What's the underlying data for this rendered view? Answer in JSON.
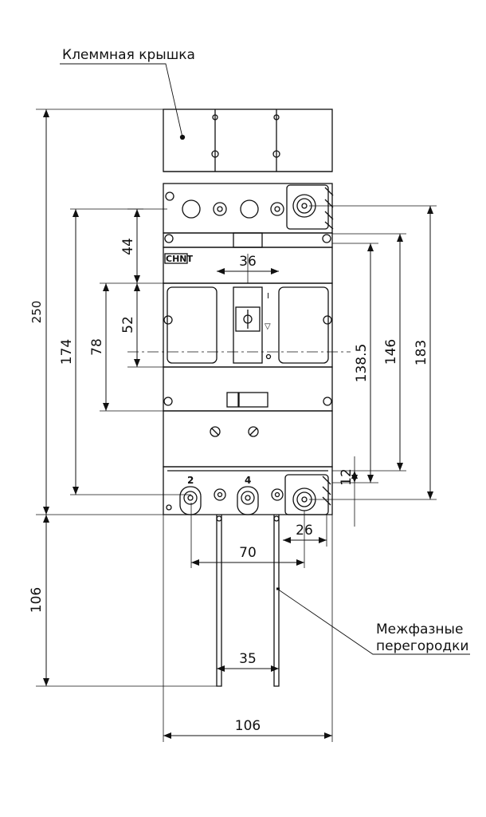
{
  "labels": {
    "terminal_cover": "Клеммная крышка",
    "phase_barriers_1": "Межфазные",
    "phase_barriers_2": "перегородки"
  },
  "brand": "CHNT",
  "terminal_numbers": {
    "t2": "2",
    "t4": "4"
  },
  "switch_marks": {
    "on": "I",
    "off": "▽"
  },
  "dimensions": {
    "d250": "250",
    "d174": "174",
    "d78": "78",
    "d44": "44",
    "d52": "52",
    "d36": "36",
    "d138_5": "138.5",
    "d146": "146",
    "d183": "183",
    "d12": "12",
    "d26": "26",
    "d70": "70",
    "d106_left": "106",
    "d35": "35",
    "d106_bottom": "106"
  }
}
